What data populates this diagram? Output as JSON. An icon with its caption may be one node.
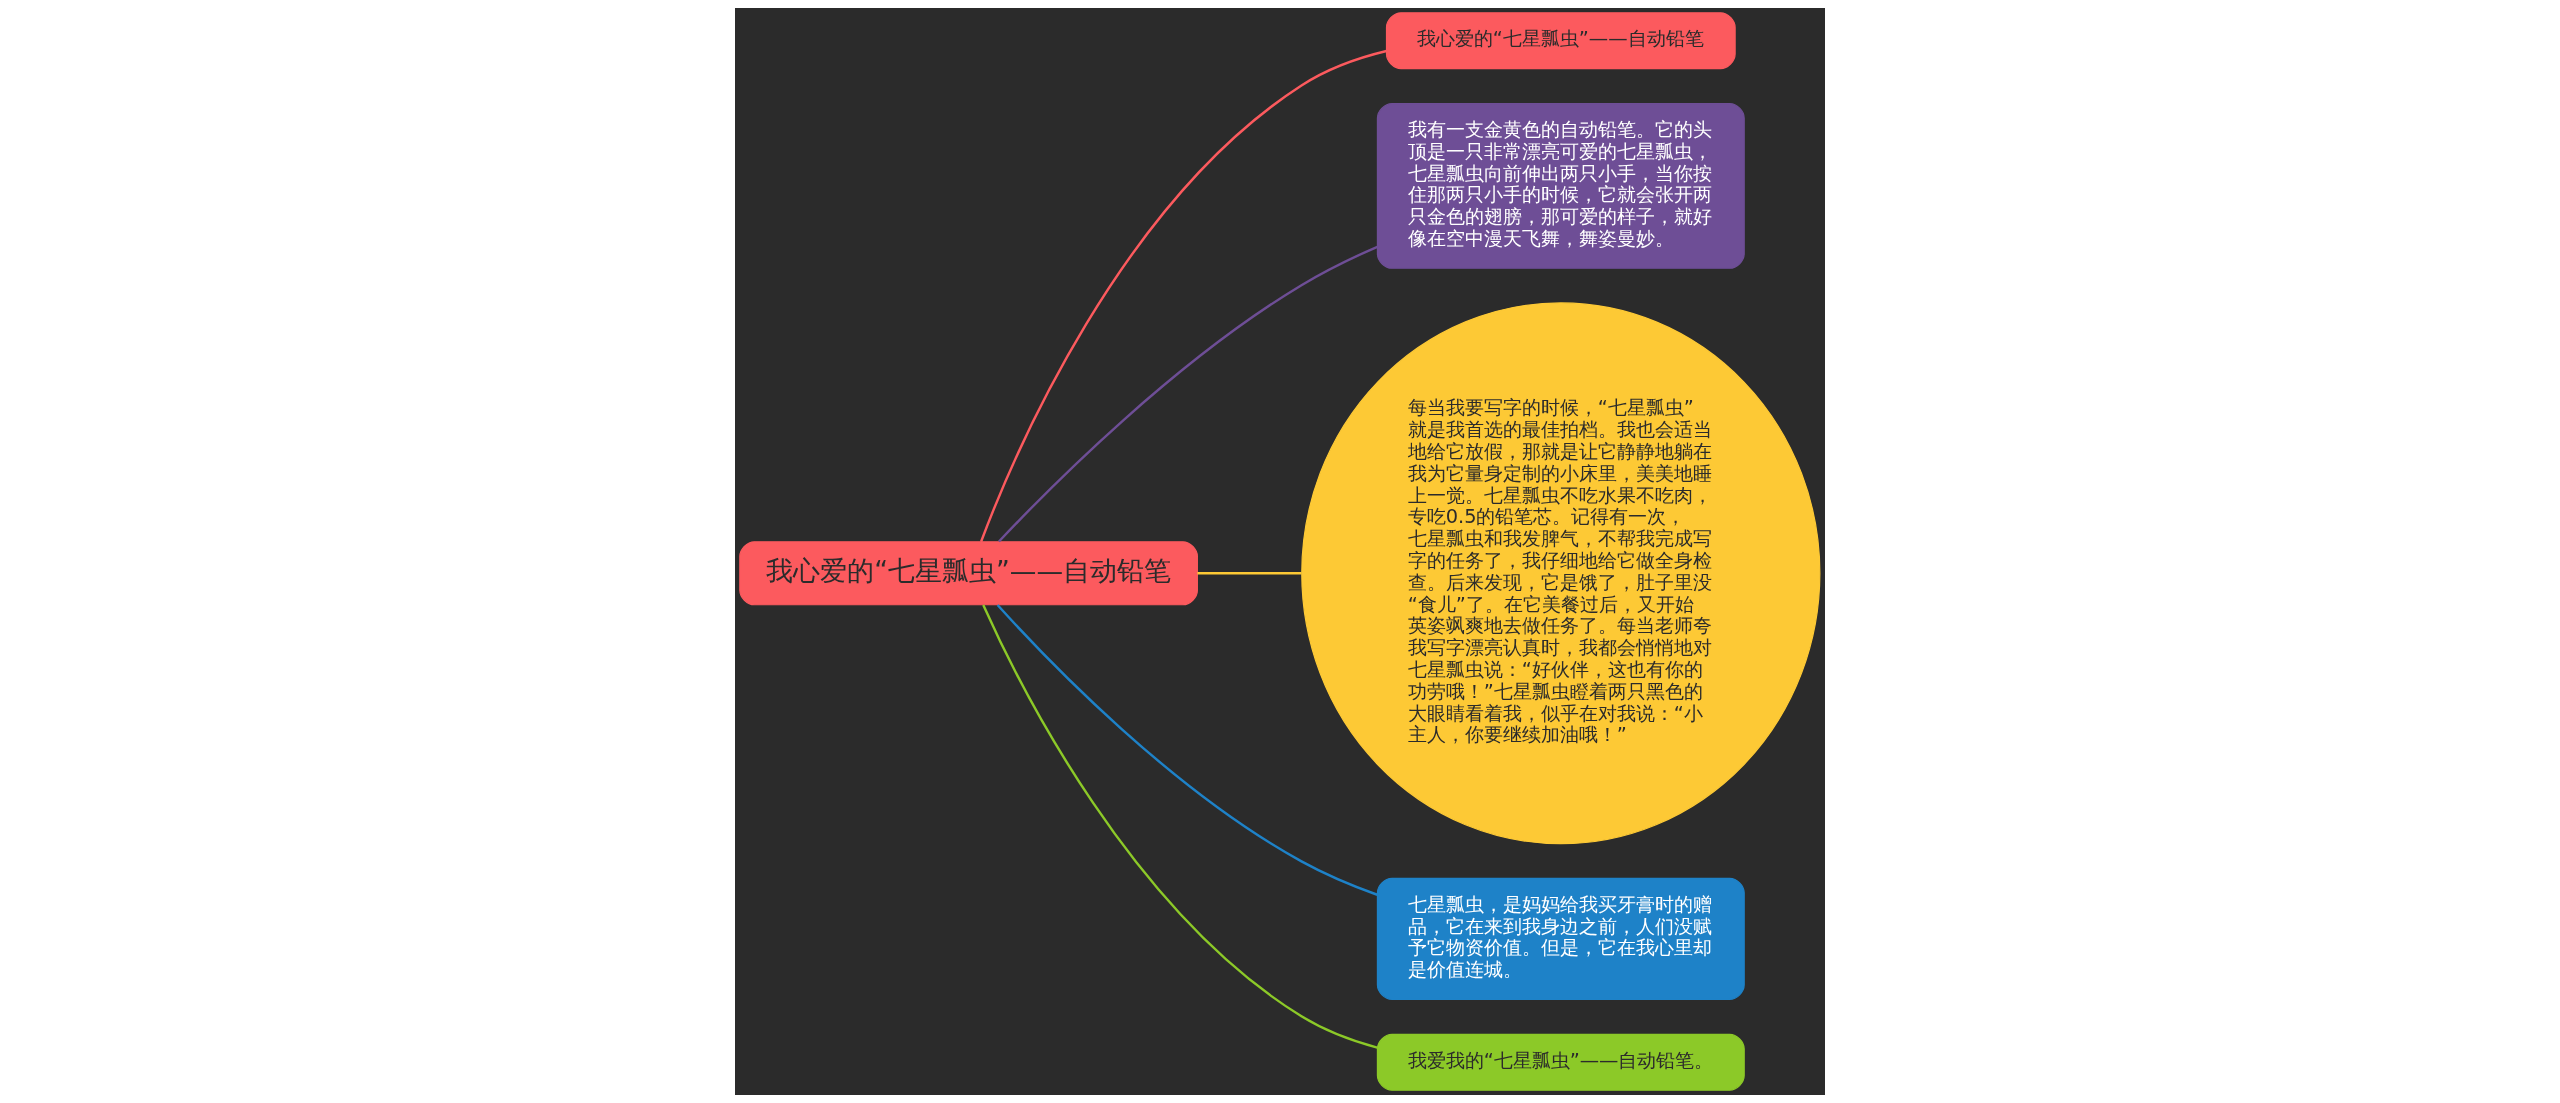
{
  "diagram": {
    "nodes": [
      {
        "text": [
          "我心爱的“七星瓢虫”——自动铅笔"
        ]
      },
      {
        "text": [
          "我心爱的“七星瓢虫”——自动铅笔"
        ]
      },
      {
        "text": [
          "我有一支金黄色的自动铅笔。它的头顶是一只非常漂亮可爱的七星瓢虫，七星瓢虫向前伸出两只小手，当你按住那两只小手的时候，它就会张开两只金色的翅膀，那可爱的样子，就好像在空中漫天飞舞，舞姿曼妙。"
        ]
      },
      {
        "text": [
          "每当我要写字的时候，“七星瓢虫”就是我首选的最佳拍档。我也会适当地给它放假，那就是让它静静地躺在我为它量身定制的小床里，美美地睡上一觉。七星瓢虫不吃水果不吃肉，专吃0.5的铅笔芯。记得有一次，七星瓢虫和我发脾气，不帮我完成写字的任务了，我仔细地给它做全身检查。后来发现，它是饿了，肚子里没“食儿”了。在它美餐过后，又开始英姿飒爽地去做任务了。每当老师夸我写字漂亮认真时，我都会悄悄地对七星瓢虫说：“好伙伴，这也有你的功劳哦！”七星瓢虫瞪着两只黑色的大眼睛看着我，似乎在对我说：“小主人，你要继续加油哦！”"
        ]
      },
      {
        "text": [
          "七星瓢虫，是妈妈给我买牙膏时的赠品，它在来到我身边之前，人们没赋予它物资价值。但是，它在我心里却是价值连城。"
        ]
      },
      {
        "text": [
          "我爱我的“七星瓢虫”——自动铅笔。"
        ]
      }
    ],
    "edges": [
      {
        "from": 0,
        "to": 1,
        "arrow": "none",
        "color": "#fc5a5e"
      },
      {
        "from": 0,
        "to": 2,
        "arrow": "none",
        "color": "#6e4e96"
      },
      {
        "from": 0,
        "to": 3,
        "arrow": "none",
        "color": "#fdc935"
      },
      {
        "from": 0,
        "to": 4,
        "arrow": "none",
        "color": "#1e82c8"
      },
      {
        "from": 0,
        "to": 5,
        "arrow": "none",
        "color": "#8cc928"
      }
    ]
  }
}
